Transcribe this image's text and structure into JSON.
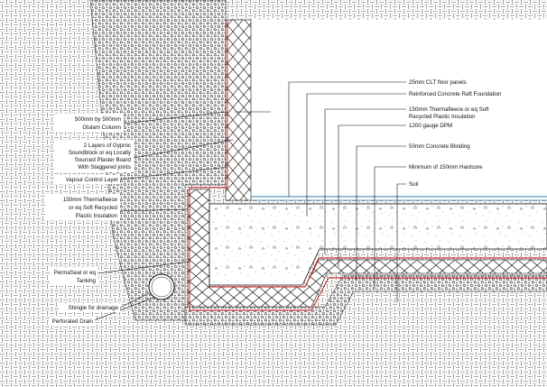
{
  "labels_right": {
    "clt": "25mm CLT floor panels",
    "raft": "Reinforced Concrete Raft Foundation",
    "thermafleece_1": "150mm Thermafleece or eq Soft",
    "thermafleece_2": "Recycled Plastic Insulation",
    "dpm": "1200 gauge DPM",
    "blinding": "50mm Concrete Blinding",
    "hardcore": "Minimum of 150mm Hardcore",
    "soil": "Soil"
  },
  "labels_left": {
    "glulam_1": "500mm by 500mm",
    "glulam_2": "Glulam Column",
    "gyproc_1": "2 Layers of Gyproc",
    "gyproc_2": "Soundblock or eq Locally",
    "gyproc_3": "Sourced Plaster Board",
    "gyproc_4": "With Staggered joints",
    "vapour": "Vapour Control Layer",
    "therma_1": "150mm Thermafleece",
    "therma_2": "or eq Soft Recycled",
    "therma_3": "Plastic Insulation",
    "permaseal_1": "PermaSeal or eq",
    "permaseal_2": "Tanking",
    "shingle": "Shingle for drainage",
    "drain": "Perforated Drain"
  },
  "colors": {
    "line": "#111111",
    "dpm_red": "#cc1111",
    "floor_blue": "#2a7fa0",
    "insulation": "#222222"
  }
}
